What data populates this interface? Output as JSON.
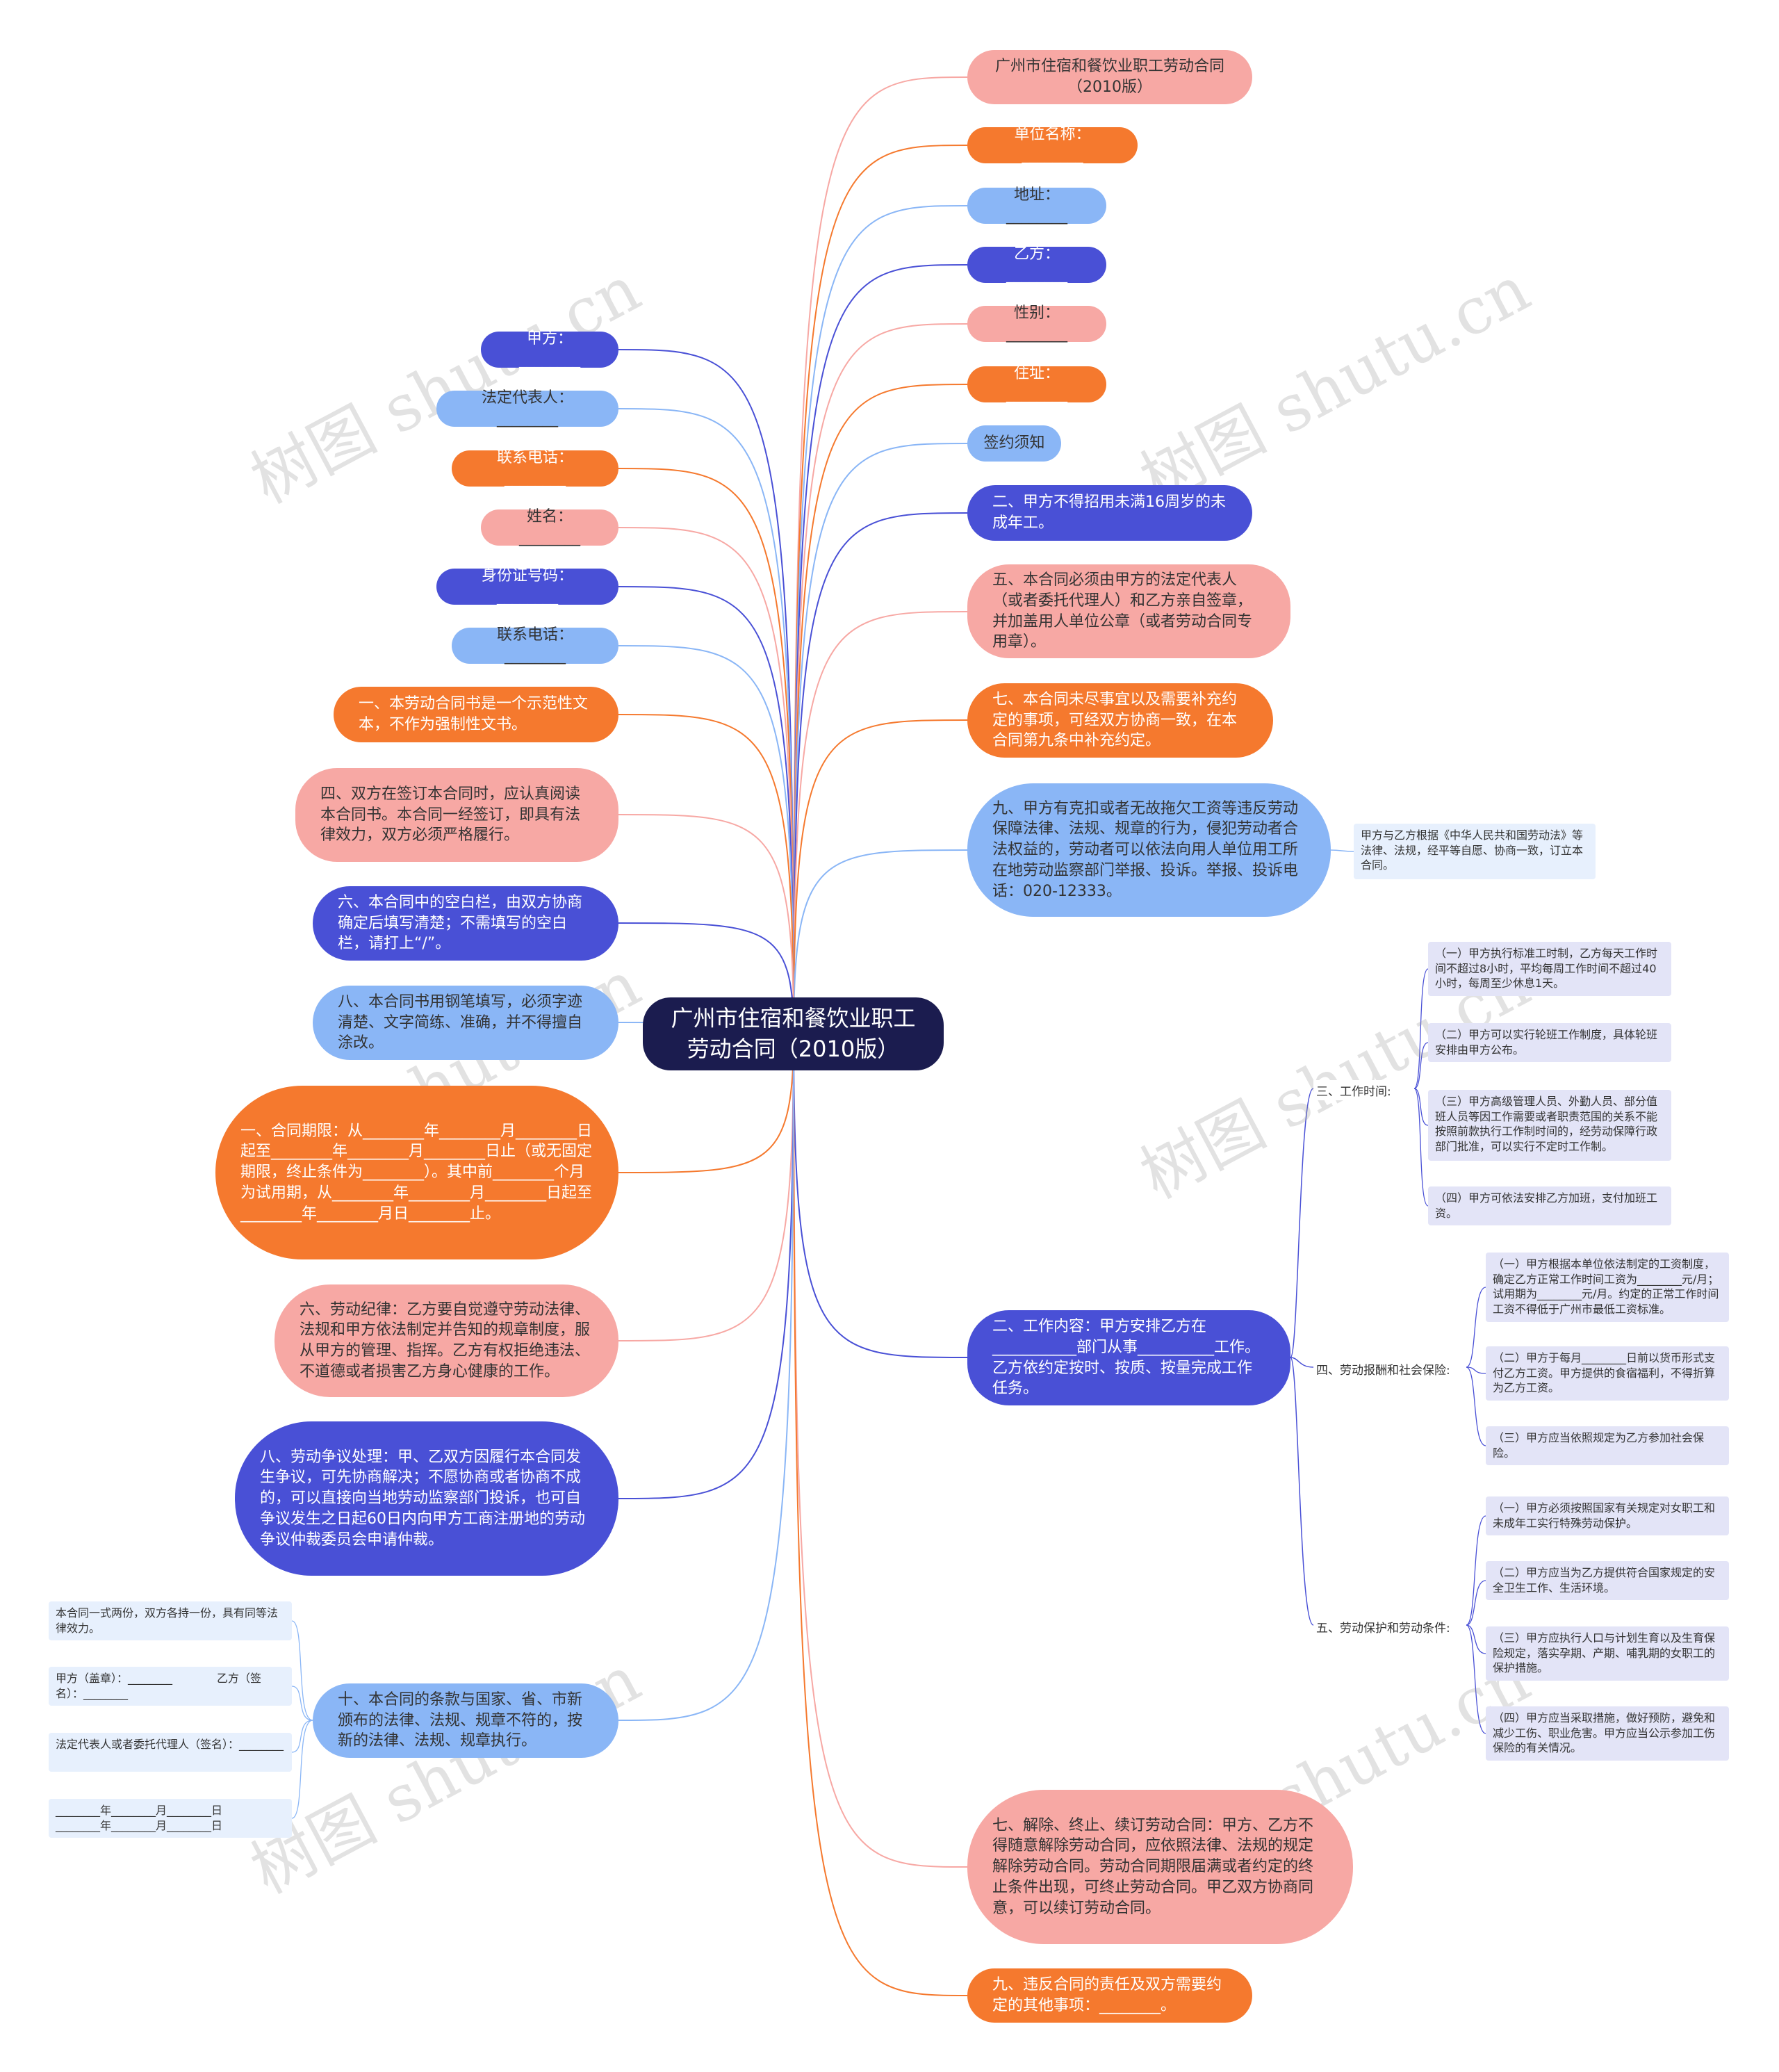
{
  "root": "广州市住宿和餐饮业职工劳动合同（2010版）",
  "right_nodes": [
    "广州市住宿和餐饮业职工劳动合同（2010版）",
    "单位名称：________",
    "地址：________",
    "乙方：________",
    "性别：________",
    "住址：________",
    "签约须知",
    "二、甲方不得招用未满16周岁的未成年工。",
    "五、本合同必须由甲方的法定代表人（或者委托代理人）和乙方亲自签章，并加盖用人单位公章（或者劳动合同专用章）。",
    "七、本合同未尽事宜以及需要补充约定的事项，可经双方协商一致，在本合同第九条中补充约定。",
    "九、甲方有克扣或者无故拖欠工资等违反劳动保障法律、法规、规章的行为，侵犯劳动者合法权益的，劳动者可以依法向用人单位用工所在地劳动监察部门举报、投诉。举报、投诉电话：020-12333。",
    "二、工作内容：甲方安排乙方在___________部门从事__________工作。乙方依约定按时、按质、按量完成工作任务。",
    "七、解除、终止、续订劳动合同：甲方、乙方不得随意解除劳动合同，应依照法律、法规的规定解除劳动合同。劳动合同期限届满或者约定的终止条件出现，可终止劳动合同。甲乙双方协商同意，可以续订劳动合同。",
    "九、违反合同的责任及双方需要约定的其他事项：________。"
  ],
  "left_nodes": [
    "甲方：________",
    "法定代表人：________",
    "联系电话：________",
    "姓名：________",
    "身份证号码：________",
    "联系电话：________",
    "一、本劳动合同书是一个示范性文本，不作为强制性文书。",
    "四、双方在签订本合同时，应认真阅读本合同书。本合同一经签订，即具有法律效力，双方必须严格履行。",
    "六、本合同中的空白栏，由双方协商确定后填写清楚；不需填写的空白栏，请打上“/”。",
    "八、本合同书用钢笔填写，必须字迹清楚、文字简练、准确，并不得擅自涂改。",
    "一、合同期限：从________年________月________日起至________年________月________日止（或无固定期限，终止条件为________）。其中前________个月为试用期，从________年________月________日起至________年________月日________止。",
    "六、劳动纪律：乙方要自觉遵守劳动法律、法规和甲方依法制定并告知的规章制度，服从甲方的管理、指挥。乙方有权拒绝违法、不道德或者损害乙方身心健康的工作。",
    "八、劳动争议处理：甲、乙双方因履行本合同发生争议，可先协商解决；不愿协商或者协商不成的，可以直接向当地劳动监察部门投诉，也可自争议发生之日起60日内向甲方工商注册地的劳动争议仲裁委员会申请仲裁。",
    "十、本合同的条款与国家、省、市新颁布的法律、法规、规章不符的，按新的法律、法规、规章执行。"
  ],
  "nine_child": "甲方与乙方根据《中华人民共和国劳动法》等法律、法规，经平等自愿、协商一致，订立本合同。",
  "work_sub": {
    "time_label": "三、工作时间:",
    "time_items": [
      "（一）甲方执行标准工时制，乙方每天工作时间不超过8小时，平均每周工作时间不超过40小时，每周至少休息1天。",
      "（二）甲方可以实行轮班工作制度，具体轮班安排由甲方公布。",
      "（三）甲方高级管理人员、外勤人员、部分值班人员等因工作需要或者职责范围的关系不能按照前款执行工作制时间的，经劳动保障行政部门批准，可以实行不定时工作制。",
      "（四）甲方可依法安排乙方加班，支付加班工资。"
    ],
    "pay_label": "四、劳动报酬和社会保险:",
    "pay_items": [
      "（一）甲方根据本单位依法制定的工资制度，确定乙方正常工作时间工资为________元/月；试用期为________元/月。约定的正常工作时间工资不得低于广州市最低工资标准。",
      "（二）甲方于每月________日前以货币形式支付乙方工资。甲方提供的食宿福利，不得折算为乙方工资。",
      "（三）甲方应当依照规定为乙方参加社会保险。"
    ],
    "protect_label": "五、劳动保护和劳动条件:",
    "protect_items": [
      "（一）甲方必须按照国家有关规定对女职工和未成年工实行特殊劳动保护。",
      "（二）甲方应当为乙方提供符合国家规定的安全卫生工作、生活环境。",
      "（三）甲方应执行人口与计划生育以及生育保险规定，落实孕期、产期、哺乳期的女职工的保护措施。",
      "（四）甲方应当采取措施，做好预防，避免和减少工伤、职业危害。甲方应当公示参加工伤保险的有关情况。"
    ]
  },
  "ten_children": [
    "本合同一式两份，双方各持一份，具有同等法律效力。",
    "甲方（盖章）：________　　　　乙方（签名）：________",
    "法定代表人或者委托代理人（签名）：________",
    "________年________月________日\n________年________月________日"
  ],
  "watermark": "树图 shutu.cn",
  "colors": {
    "orange": "#f5792e",
    "pink": "#f7a8a4",
    "blue": "#8ab6f6",
    "indigo": "#4950d6",
    "root": "#1b1c4f",
    "leaf": "#e3e4f7"
  }
}
